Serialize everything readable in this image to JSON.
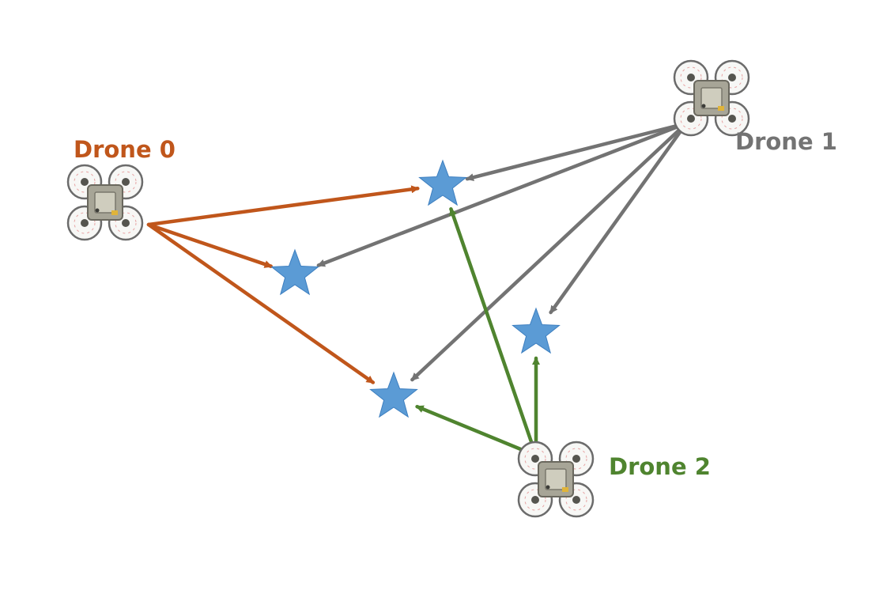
{
  "labels": {
    "drone0": "Drone 0",
    "drone1": "Drone 1",
    "drone2": "Drone 2"
  },
  "colors": {
    "drone0": "#c0561b",
    "drone1": "#737373",
    "drone2": "#4f842f",
    "target": "#5b9bd5",
    "target_stroke": "#3d7fc0"
  },
  "drones": [
    {
      "id": "drone0",
      "icon": "quadcopter-icon"
    },
    {
      "id": "drone1",
      "icon": "quadcopter-icon"
    },
    {
      "id": "drone2",
      "icon": "quadcopter-icon"
    }
  ],
  "targets": [
    {
      "id": "target-a",
      "icon": "star-icon"
    },
    {
      "id": "target-b",
      "icon": "star-icon"
    },
    {
      "id": "target-c",
      "icon": "star-icon"
    },
    {
      "id": "target-d",
      "icon": "star-icon"
    }
  ],
  "assignments": [
    {
      "from": "drone0",
      "to": "target-a"
    },
    {
      "from": "drone0",
      "to": "target-b"
    },
    {
      "from": "drone0",
      "to": "target-d"
    },
    {
      "from": "drone1",
      "to": "target-a"
    },
    {
      "from": "drone1",
      "to": "target-b"
    },
    {
      "from": "drone1",
      "to": "target-c"
    },
    {
      "from": "drone1",
      "to": "target-d"
    },
    {
      "from": "drone2",
      "to": "target-a"
    },
    {
      "from": "drone2",
      "to": "target-c"
    },
    {
      "from": "drone2",
      "to": "target-d"
    }
  ]
}
